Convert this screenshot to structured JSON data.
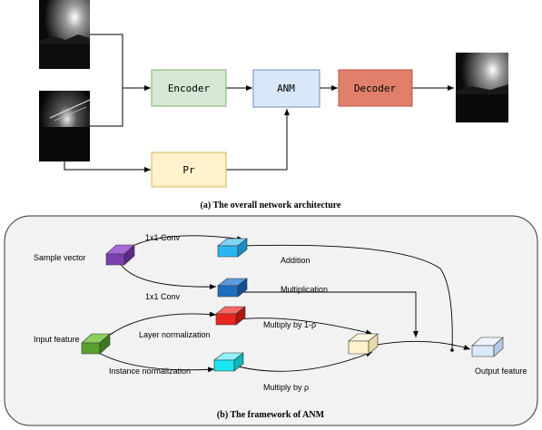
{
  "top": {
    "caption": "(a) The overall network architecture",
    "blocks": {
      "encoder": {
        "label": "Encoder",
        "color": "#d5e8d4",
        "stroke": "#82b366"
      },
      "anm": {
        "label": "ANM",
        "color": "#dae8fc",
        "stroke": "#6c8ebf"
      },
      "decoder": {
        "label": "Decoder",
        "color": "#e0806a",
        "stroke": "#b85450"
      },
      "pr": {
        "label": "Pr",
        "color": "#fff2cc",
        "stroke": "#d6b656"
      }
    }
  },
  "bottom": {
    "caption": "(b) The framework of ANM",
    "labels": {
      "sample_vector": "Sample vector",
      "input_feature": "Input feature",
      "output_feature": "Output feature",
      "conv1": "1x1 Conv",
      "conv2": "1x1 Conv",
      "addition": "Addition",
      "multiplication": "Multiplication",
      "layer_norm": "Layer normalization",
      "instance_norm": "Instance normalization",
      "multiply_1_rho": "Multiply by 1-ρ",
      "multiply_rho": "Multiply by ρ"
    },
    "colors": {
      "purple": "#7b3fb0",
      "light_blue": "#29b6f0",
      "dark_blue": "#1f6fbf",
      "red": "#e8261e",
      "green": "#5aa02c",
      "cyan": "#19e6f0",
      "cream": "#fff2cc",
      "output": "#dae8fc"
    }
  }
}
